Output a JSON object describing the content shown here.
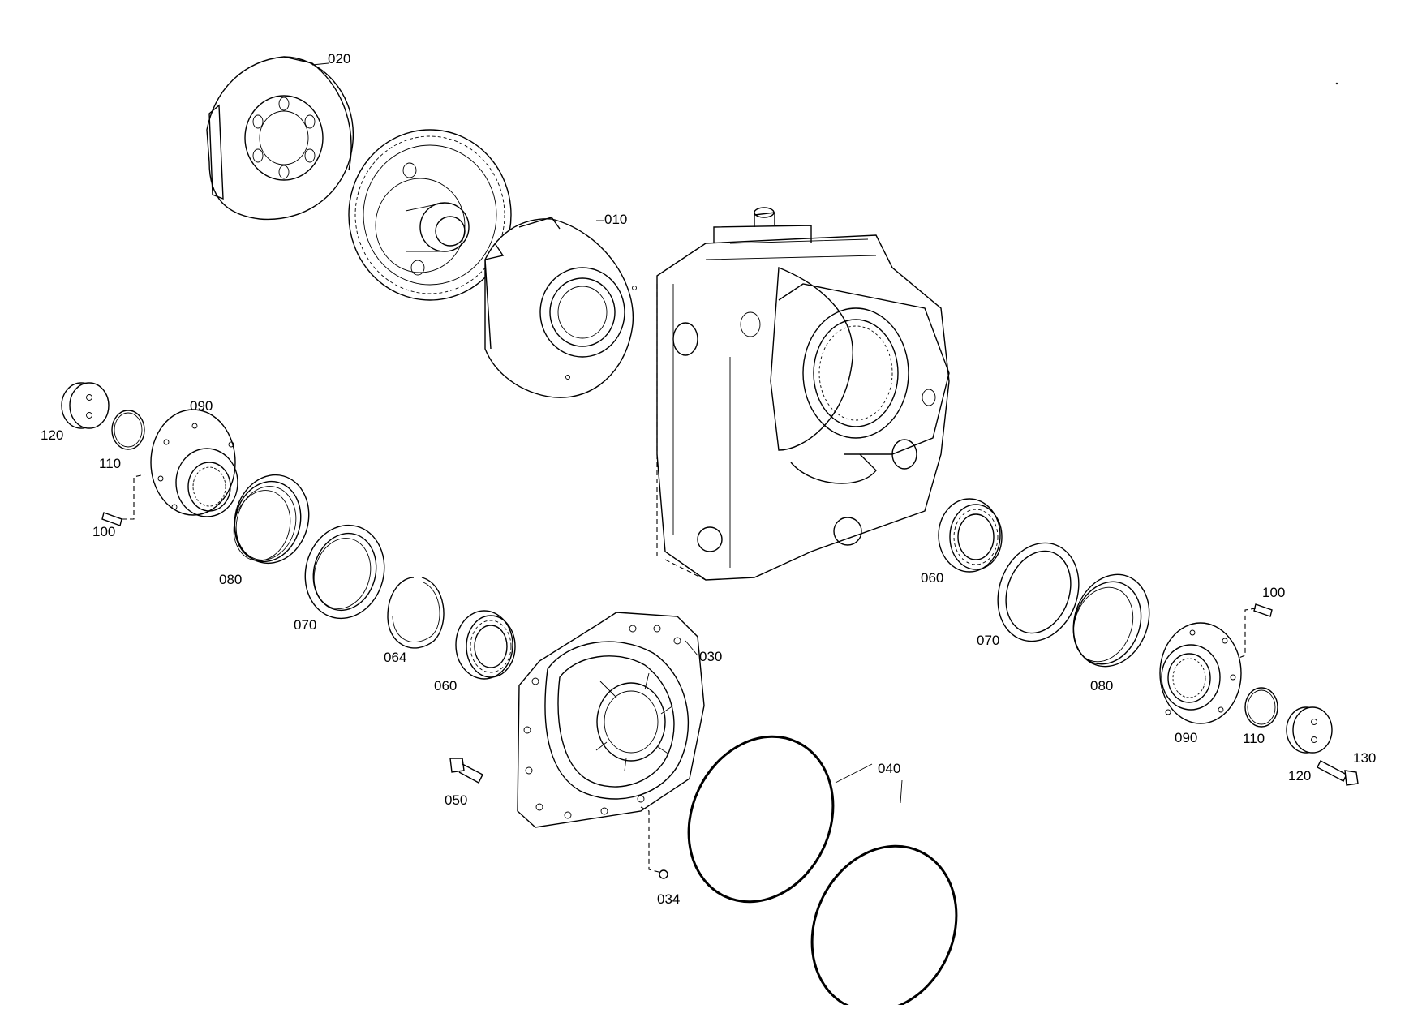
{
  "parts": {
    "p010": "010",
    "p020": "020",
    "p030": "030",
    "p034": "034",
    "p040": "040",
    "p050": "050",
    "p060_left": "060",
    "p060_right": "060",
    "p064": "064",
    "p070_left": "070",
    "p070_right": "070",
    "p080_left": "080",
    "p080_right": "080",
    "p090_left": "090",
    "p090_right": "090",
    "p100_left": "100",
    "p100_right": "100",
    "p110_left": "110",
    "p110_right": "110",
    "p120_left": "120",
    "p120_right": "120",
    "p130": "130"
  }
}
